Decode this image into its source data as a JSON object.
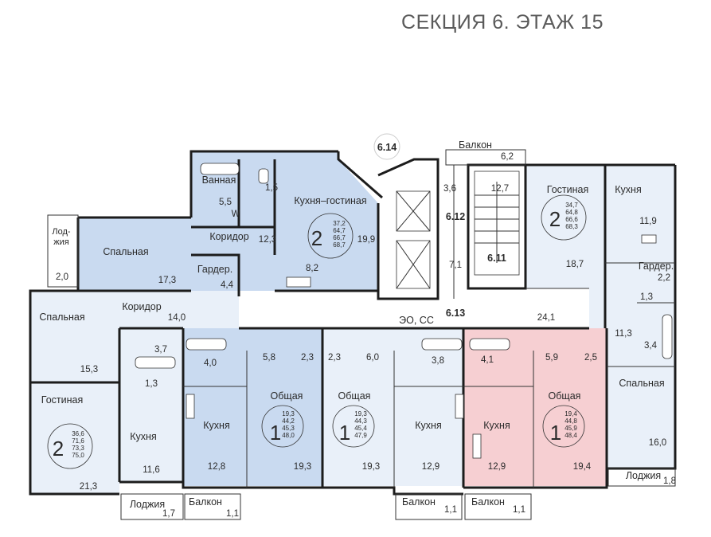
{
  "title": "СЕКЦИЯ 6. ЭТАЖ 15",
  "colors": {
    "light_blue": "#e9f0f9",
    "blue": "#c9daf0",
    "pink": "#f6cfd2",
    "wall": "#1c1c1c"
  },
  "sections": {
    "s614": "6.14",
    "s612": "6.12",
    "s611": "6.11",
    "s613": "6.13"
  },
  "common": {
    "balcony_top": "Балкон",
    "balcony_top_area": "6,2",
    "stair_area": "12,7",
    "lift_hall_area": "3,6",
    "corridor_area": "7,1",
    "eo_cc": "ЭО, СС",
    "hall_left_area": "14,0",
    "hall_right_area": "24,1"
  },
  "apartments": [
    {
      "id": "apt-2-top-left",
      "rooms_count": "2",
      "areas": [
        "37,2",
        "64,7",
        "66,7",
        "68,7"
      ],
      "labels": {
        "bathroom": "Ванная",
        "bathroom_area": "5,5",
        "wc_area": "1,5",
        "kitchen_living": "Кухня–гостиная",
        "kitchen_living_area": "19,9",
        "corridor": "Коридор",
        "corridor_area": "12,3",
        "bedroom": "Спальная",
        "bedroom_area": "17,3",
        "wardrobe": "Гардер.",
        "wardrobe_area": "4,4",
        "loggia": "Лод-жия",
        "loggia_area": "2,0",
        "extra_area": "8,2",
        "w_mark": "W"
      }
    },
    {
      "id": "apt-2-left",
      "rooms_count": "2",
      "areas": [
        "36,6",
        "71,6",
        "73,3",
        "75,0"
      ],
      "labels": {
        "bedroom": "Спальная",
        "bedroom_area": "15,3",
        "corridor": "Коридор",
        "living": "Гостиная",
        "living_area": "21,3",
        "kitchen": "Кухня",
        "kitchen_area": "11,6",
        "bath_area": "3,7",
        "wc_area": "1,3",
        "loggia": "Лоджия",
        "loggia_area": "1,7"
      }
    },
    {
      "id": "apt-1-a",
      "rooms_count": "1",
      "areas": [
        "19,3",
        "44,2",
        "45,3",
        "48,0"
      ],
      "labels": {
        "bath_area": "4,0",
        "hall_area": "5,8",
        "hall2_area": "2,3",
        "kitchen": "Кухня",
        "kitchen_area": "12,8",
        "common": "Общая",
        "common_area": "19,3",
        "balcony": "Балкон",
        "balcony_area": "1,1"
      }
    },
    {
      "id": "apt-1-b",
      "rooms_count": "1",
      "areas": [
        "19,3",
        "44,3",
        "45,4",
        "47,9"
      ],
      "labels": {
        "hall2_area": "2,3",
        "hall_area": "6,0",
        "bath_area": "3,8",
        "common": "Общая",
        "common_area": "19,3",
        "kitchen": "Кухня",
        "kitchen_area": "12,9",
        "balcony": "Балкон",
        "balcony_area": "1,1"
      }
    },
    {
      "id": "apt-1-c",
      "rooms_count": "1",
      "areas": [
        "19,4",
        "44,8",
        "45,9",
        "48,4"
      ],
      "labels": {
        "bath_area": "4,1",
        "hall_area": "5,9",
        "hall2_area": "2,5",
        "kitchen": "Кухня",
        "kitchen_area": "12,9",
        "common": "Общая",
        "common_area": "19,4",
        "balcony": "Балкон",
        "balcony_area": "1,1"
      }
    },
    {
      "id": "apt-2-right",
      "rooms_count": "2",
      "areas": [
        "34,7",
        "64,8",
        "66,6",
        "68,3"
      ],
      "labels": {
        "living": "Гостиная",
        "living_area": "18,7",
        "kitchen": "Кухня",
        "kitchen_area": "11,9",
        "wardrobe": "Гардер.",
        "wardrobe_area": "2,2",
        "wc_area": "1,3",
        "hall_area": "11,3",
        "bath_area": "3,4",
        "bedroom": "Спальная",
        "bedroom_area": "16,0",
        "loggia": "Лоджия",
        "loggia_area": "1,8"
      }
    }
  ]
}
